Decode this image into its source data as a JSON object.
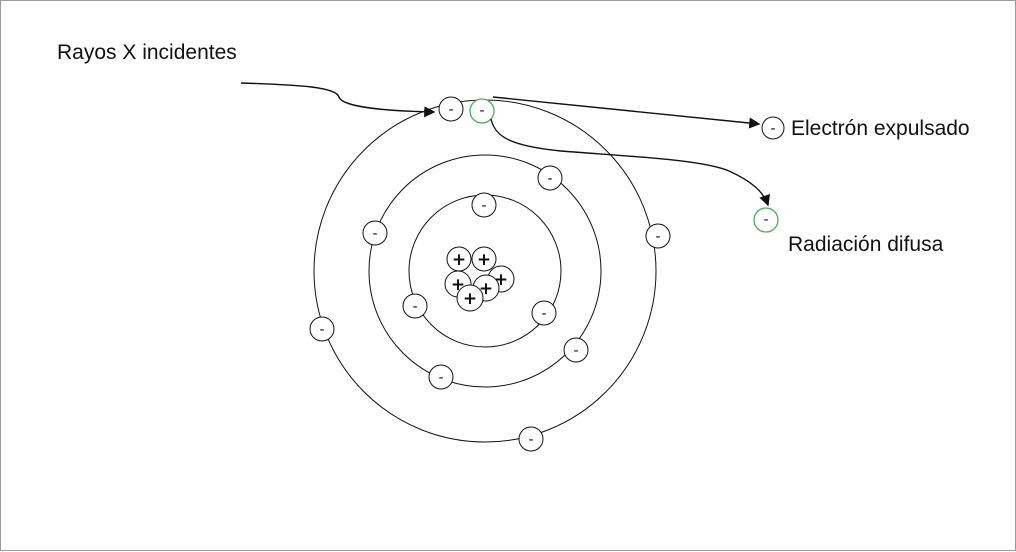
{
  "labels": {
    "incident": "Rayos X incidentes",
    "ejected": "Electrón expulsado",
    "scattered": "Radiación difusa"
  },
  "symbols": {
    "electron": "-",
    "proton": "+"
  },
  "colors": {
    "highlight": "#4caf50",
    "line": "#111111"
  }
}
